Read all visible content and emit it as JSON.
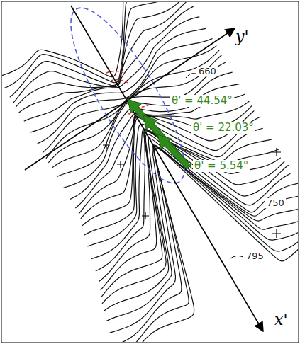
{
  "diagram": {
    "labels": [
      "y'",
      "x'",
      "660",
      "750",
      "795",
      "θ' = 44.54°",
      "θ' = 22.03°",
      "θ' = 5.54°"
    ]
  }
}
